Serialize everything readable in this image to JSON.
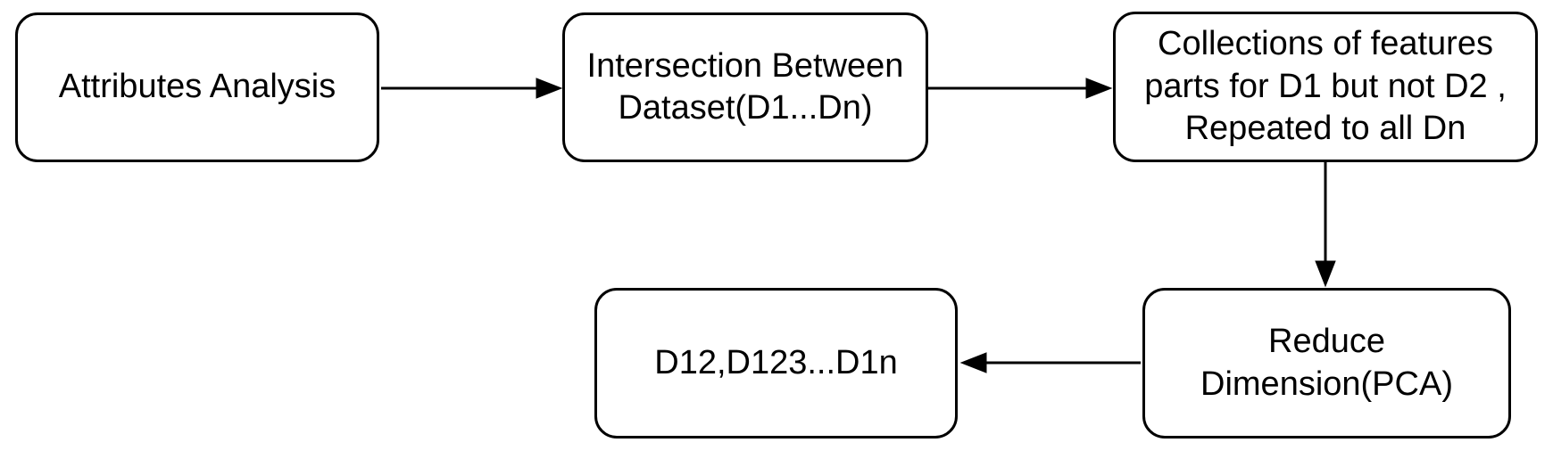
{
  "diagram": {
    "type": "flowchart",
    "background_color": "#ffffff",
    "node_fill_color": "#ffffff",
    "node_border_color": "#000000",
    "text_color": "#000000",
    "arrow_color": "#000000",
    "nodes": [
      {
        "id": "attributes-analysis",
        "label": "Attributes Analysis"
      },
      {
        "id": "intersection-between-dataset",
        "label": "Intersection Between\nDataset(D1...Dn)"
      },
      {
        "id": "collections-of-features",
        "label": "Collections of features\nparts for D1 but not D2 ,\nRepeated to all Dn"
      },
      {
        "id": "reduce-dimension-pca",
        "label": "Reduce\nDimension(PCA)"
      },
      {
        "id": "result-datasets",
        "label": "D12,D123...D1n"
      }
    ],
    "edges": [
      {
        "from": "attributes-analysis",
        "to": "intersection-between-dataset",
        "direction": "right"
      },
      {
        "from": "intersection-between-dataset",
        "to": "collections-of-features",
        "direction": "right"
      },
      {
        "from": "collections-of-features",
        "to": "reduce-dimension-pca",
        "direction": "down"
      },
      {
        "from": "reduce-dimension-pca",
        "to": "result-datasets",
        "direction": "left"
      }
    ]
  }
}
